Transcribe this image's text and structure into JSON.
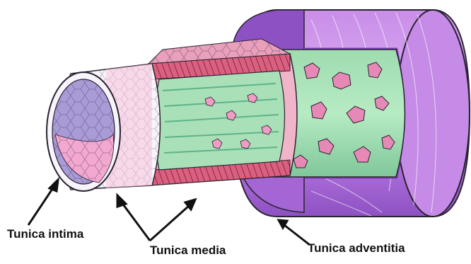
{
  "labels": {
    "intima": "Tunica intima",
    "media": "Tunica media",
    "adventitia": "Tunica adventitia"
  },
  "colors": {
    "adventitia_outer": "#b577df",
    "adventitia_light": "#d6a6f0",
    "adventitia_dark": "#8e51c3",
    "adventitia_inner": "#7d3fb4",
    "connective_green": "#b7ebc3",
    "connective_green_dark": "#5fb387",
    "cell_pink": "#e789b7",
    "media_red": "#c9506f",
    "media_pink": "#f0b5c8",
    "intima_lumen": "#a99bd6",
    "intima_pink": "#f3a8cf",
    "intima_white": "#f8f4fb",
    "outline": "#2a2230"
  }
}
